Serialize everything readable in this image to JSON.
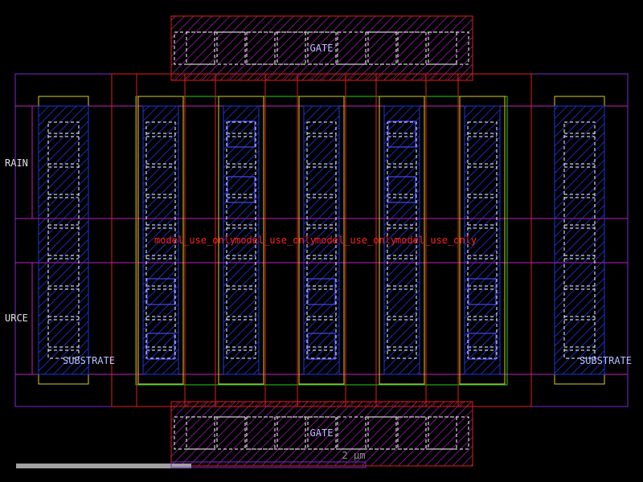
{
  "labels": {
    "gate_top": "GATE",
    "gate_bottom": "GATE",
    "drain": "RAIN",
    "source": "URCE",
    "substrate_left": "SUBSTRATE",
    "substrate_right": "SUBSTRATE",
    "scale": "2 µm",
    "model_notes": [
      "model_use_only",
      "model_use_only",
      "model_use_only",
      "model_use_only"
    ]
  },
  "colors": {
    "background": "#000000",
    "poly_red": "#e02010",
    "metal_magenta": "#c020c0",
    "outline_purple": "#7a2ad0",
    "diffusion_blue": "#1a3ad8",
    "well_green": "#20d020",
    "implant_yellow": "#d8d020",
    "contact_white": "#ffffff",
    "gate_fill": "#a020a0",
    "note_red": "#ff2020",
    "label_text": "#b8c0ff",
    "scale_bar": "#a0a0a0"
  }
}
